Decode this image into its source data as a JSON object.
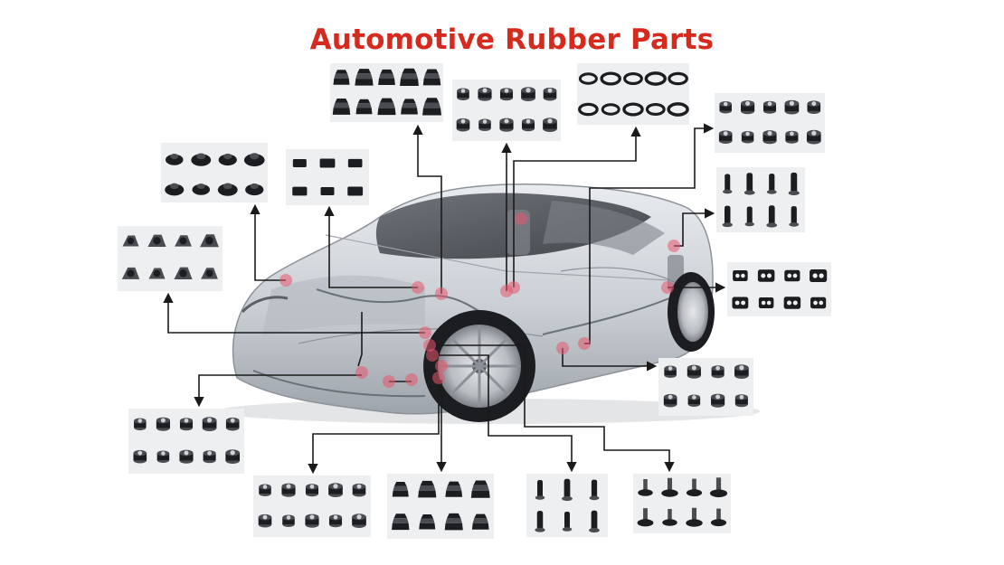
{
  "title": "Automotive Rubber Parts",
  "colors": {
    "title": "#d62a1e",
    "rubber": "#1c1d20",
    "rubber_highlight": "#4a4c52",
    "car_body": "#cfd3d8",
    "car_dark": "#3a3d44",
    "hotspot": "#e8566b",
    "line": "#1a1a1a",
    "panel_bg": "#eeeff1"
  },
  "part_groups": [
    {
      "id": "bellows",
      "icon": "rubber-bellows-icon"
    },
    {
      "id": "bushings-mounts",
      "icon": "rubber-bushing-icon"
    },
    {
      "id": "seal-rings",
      "icon": "rubber-seal-ring-icon"
    },
    {
      "id": "small-bushings",
      "icon": "rubber-bushing-icon"
    },
    {
      "id": "strut-mounts",
      "icon": "strut-mount-icon"
    },
    {
      "id": "rubber-pads",
      "icon": "rubber-pad-icon"
    },
    {
      "id": "bump-stops",
      "icon": "bump-stop-icon"
    },
    {
      "id": "engine-mounts",
      "icon": "engine-mount-icon"
    },
    {
      "id": "exhaust-hangers",
      "icon": "exhaust-hanger-icon"
    },
    {
      "id": "assorted-mounts",
      "icon": "rubber-mount-icon"
    },
    {
      "id": "grommets",
      "icon": "rubber-grommet-icon"
    },
    {
      "id": "suspension-bushings",
      "icon": "suspension-bushing-icon"
    },
    {
      "id": "cv-boots",
      "icon": "cv-boot-icon"
    },
    {
      "id": "dust-boots",
      "icon": "dust-boot-icon"
    },
    {
      "id": "shock-bushings",
      "icon": "shock-bushing-icon"
    }
  ]
}
